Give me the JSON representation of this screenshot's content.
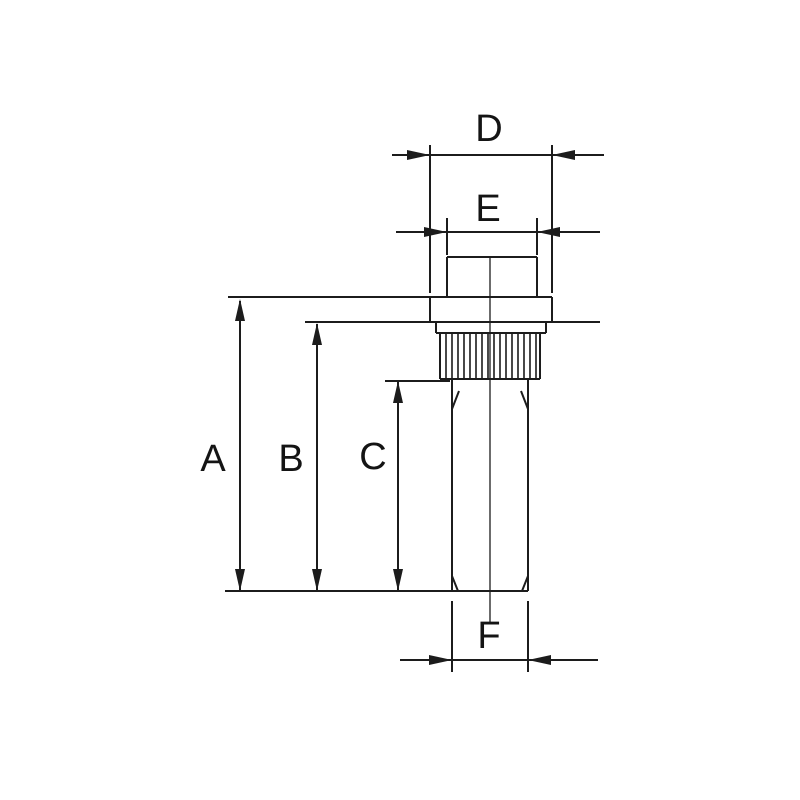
{
  "drawing": {
    "background": "#ffffff",
    "line_color": "#1c1c1c",
    "type": "technical-dimension-drawing",
    "part": "wheel-stud-bolt",
    "labels": {
      "a": "A",
      "b": "B",
      "c": "C",
      "d": "D",
      "e": "E",
      "f": "F"
    }
  }
}
